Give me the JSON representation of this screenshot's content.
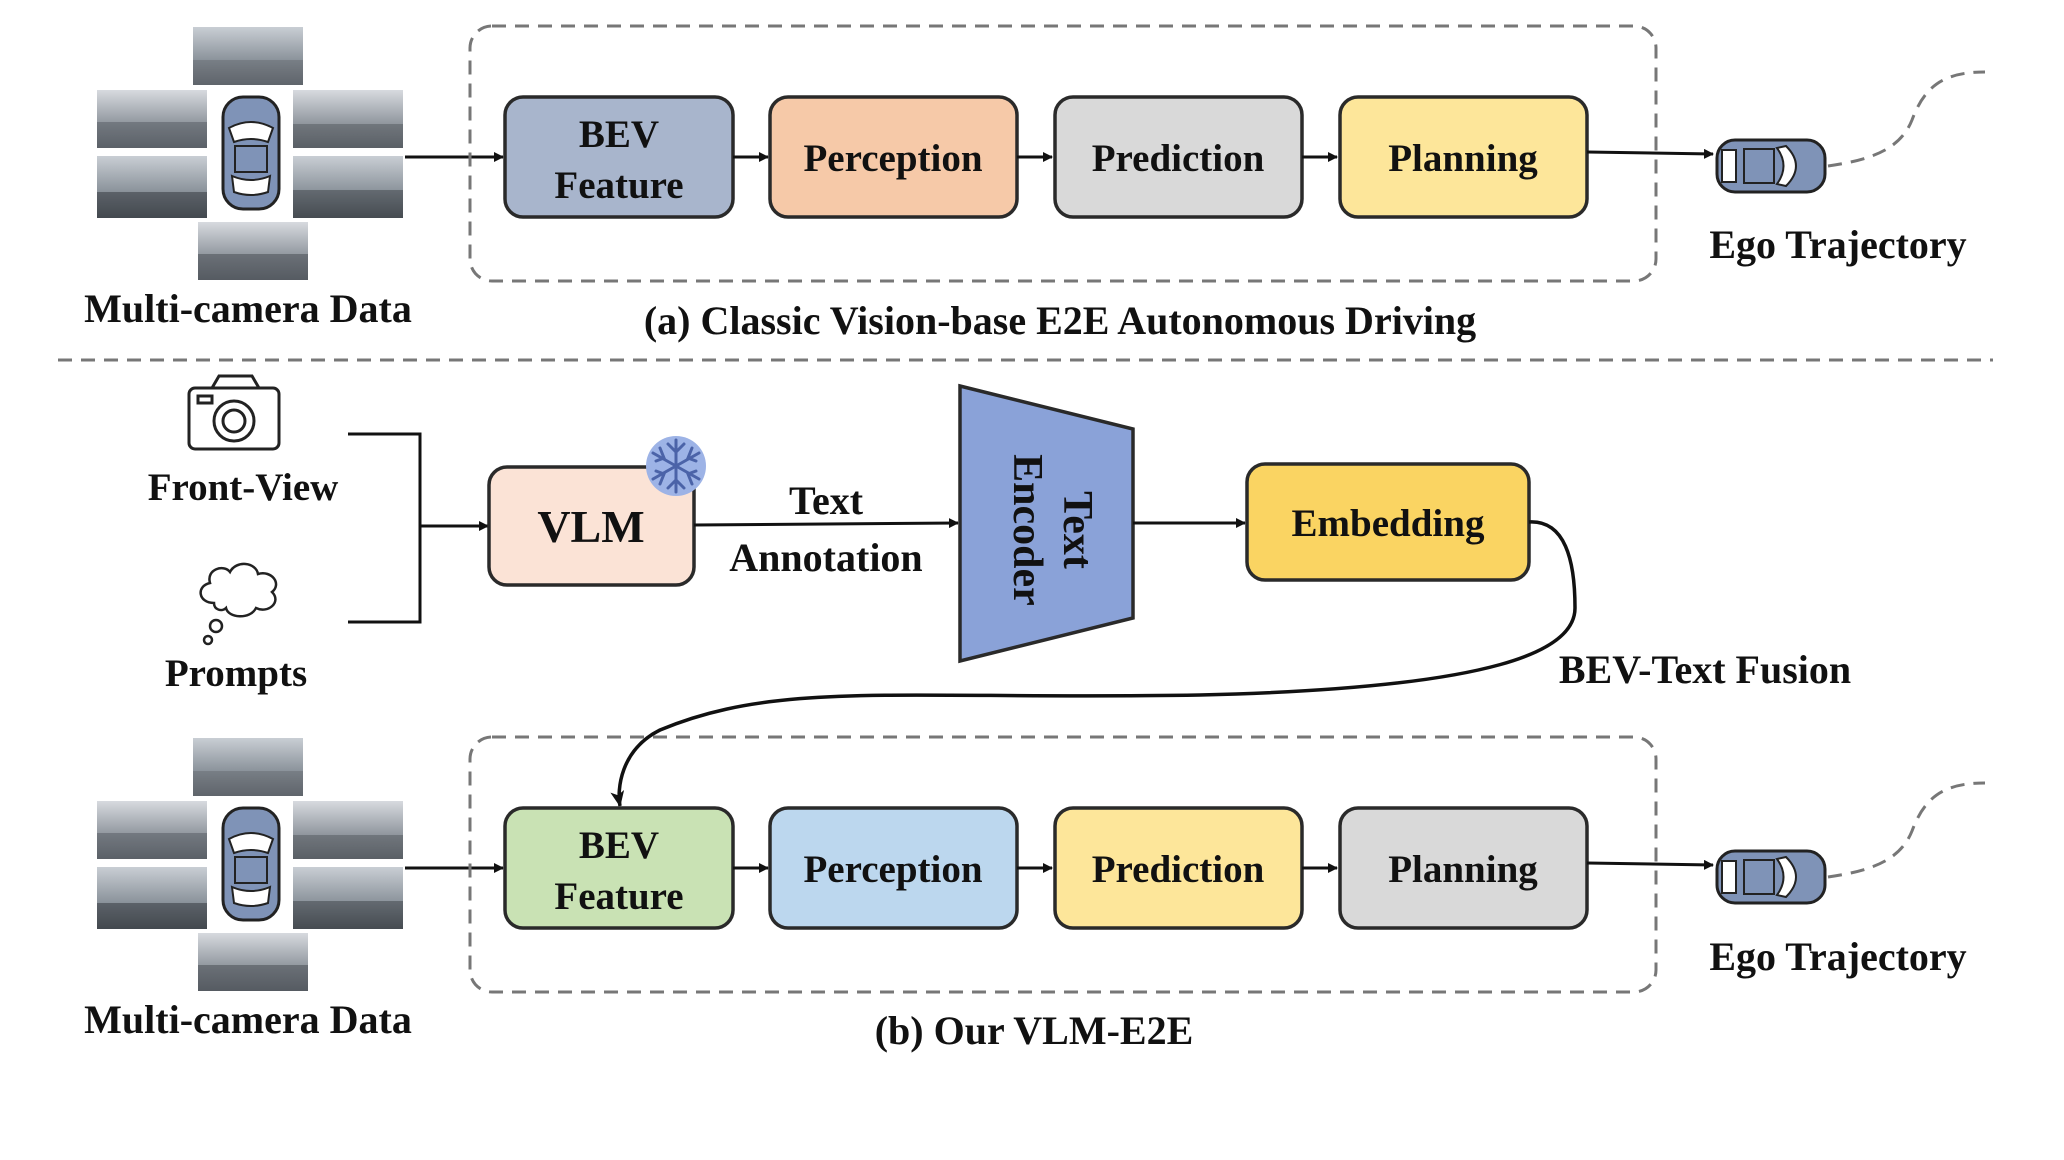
{
  "colors": {
    "bev_a": "#a8b5cc",
    "perception_a": "#f6c9a8",
    "prediction_a": "#d9d9d9",
    "planning_a": "#fde69a",
    "bev_b": "#c9e2b4",
    "perception_b": "#bcd7ee",
    "prediction_b": "#fde69a",
    "planning_b": "#d9d9d9",
    "vlm": "#fbe3d6",
    "text_encoder": "#8aa2d8",
    "embedding": "#fad462",
    "car": "#7f93b7",
    "snowflake": "#9db3e6"
  },
  "section_a": {
    "input_label": "Multi-camera Data",
    "boxes": {
      "bev": {
        "line1": "BEV",
        "line2": "Feature"
      },
      "perception": "Perception",
      "prediction": "Prediction",
      "planning": "Planning"
    },
    "output_label": "Ego Trajectory",
    "caption": "(a) Classic Vision-base E2E Autonomous Driving"
  },
  "section_b": {
    "front_view_label": "Front-View",
    "prompts_label": "Prompts",
    "vlm_label": "VLM",
    "text_label": "Text",
    "annotation_label": "Annotation",
    "encoder": {
      "line1": "Text",
      "line2": "Encoder"
    },
    "embedding_label": "Embedding",
    "fusion_label": "BEV-Text Fusion",
    "input_label": "Multi-camera Data",
    "boxes": {
      "bev": {
        "line1": "BEV",
        "line2": "Feature"
      },
      "perception": "Perception",
      "prediction": "Prediction",
      "planning": "Planning"
    },
    "output_label": "Ego Trajectory",
    "caption": "(b) Our VLM-E2E"
  },
  "icons": {
    "camera": "camera-icon",
    "thought_cloud": "thought-cloud-icon",
    "snowflake": "snowflake-icon",
    "car": "car-icon"
  }
}
